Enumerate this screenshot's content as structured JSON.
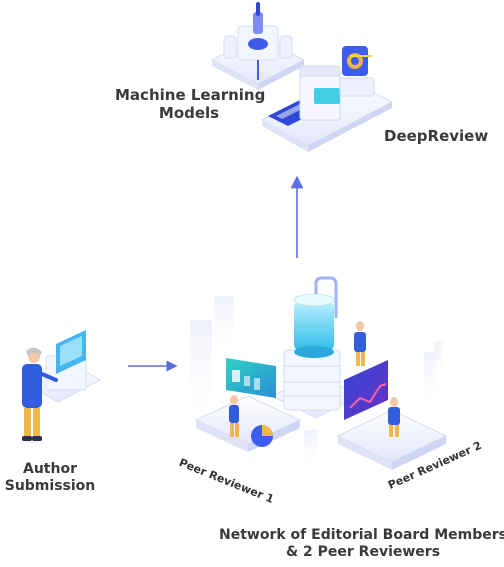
{
  "labels": {
    "ml_models_line1": "Machine Learning",
    "ml_models_line2": "Models",
    "deepreview": "DeepReview",
    "author_line1": "Author",
    "author_line2": "Submission",
    "peer_reviewer_1": "Peer Reviewer 1",
    "peer_reviewer_2": "Peer Reviewer 2",
    "network_line1": "Network of Editorial Board Members",
    "network_line2": "& 2 Peer Reviewers"
  },
  "colors": {
    "arrow": "#5b6fe0",
    "accent_blue": "#3d5cf0",
    "cyan": "#35c5e8",
    "platform": "#eef0fb",
    "label": "#3a3a3a"
  },
  "icons": {
    "ml_machine": "server-cluster-icon",
    "deepreview_machine": "conveyor-scanner-icon",
    "author": "person-at-desk-icon",
    "editorial_hub": "liquid-tank-server-icon",
    "reviewer_1": "person-with-charts-icon",
    "reviewer_2": "person-with-display-icon"
  }
}
